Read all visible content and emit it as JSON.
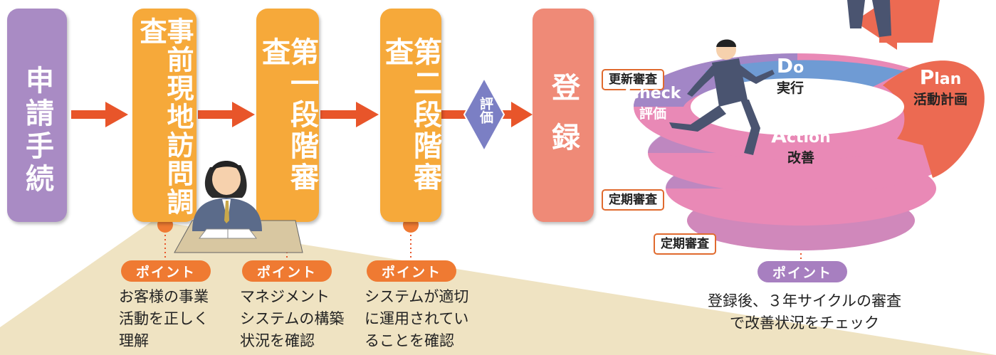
{
  "flow": {
    "step1": "申請手続",
    "step2": "事前現地訪問調査",
    "step3": "第一段階審査",
    "step4": "第二段階審査",
    "eval": "評価",
    "step5": "登録"
  },
  "points": {
    "badge": "ポイント",
    "p1": "お客様の事業\n活動を正しく\n理解",
    "p2": "マネジメント\nシステムの構築\n状況を確認",
    "p3": "システムが適切\nに運用されてい\nることを確認",
    "p4": "登録後、３年サイクルの審査\nで改善状況をチェック"
  },
  "cycle": {
    "renewal": "更新審査",
    "periodic1": "定期審査",
    "periodic2": "定期審査",
    "do_initial": "D",
    "do_rest": "o",
    "do_jp": "実行",
    "check_initial": "C",
    "check_rest": "heck",
    "check_jp": "評価",
    "action_initial": "A",
    "action_rest": "ction",
    "action_jp": "改善",
    "plan_initial": "P",
    "plan_rest": "lan",
    "plan_jp": "活動計画"
  },
  "colors": {
    "purple": "#a98bc4",
    "orange": "#f6a93a",
    "salmon": "#ef8a77",
    "arrow": "#e8552a",
    "eval": "#7b7fc4",
    "badge_orange": "#ef7a32",
    "badge_purple": "#a77fc0",
    "spiral_blue": "#6f9bd4",
    "spiral_pink": "#e989b6",
    "spiral_purple": "#a286c6",
    "spiral_red": "#ec6a52",
    "sand": "#efe3c2"
  }
}
